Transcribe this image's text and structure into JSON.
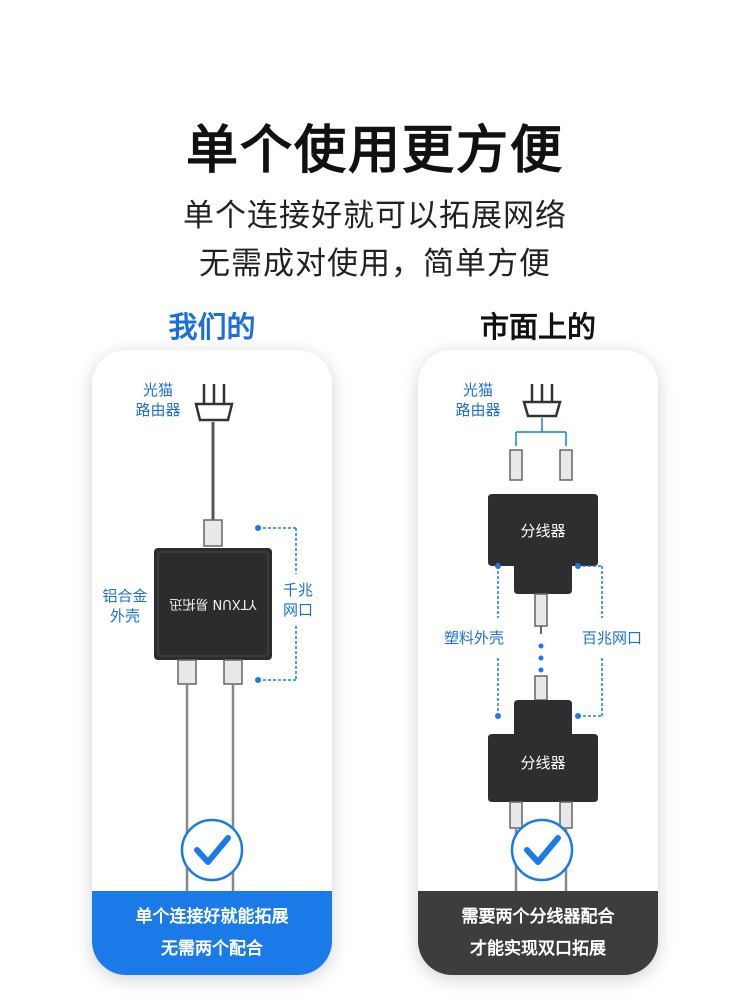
{
  "headline": "单个使用更方便",
  "subline1": "单个连接好就可以拓展网络",
  "subline2": "无需成对使用，简单方便",
  "left": {
    "heading": "我们的",
    "router_line1": "光猫",
    "router_line2": "路由器",
    "material_line1": "铝合金",
    "material_line2": "外壳",
    "speed_line1": "千兆",
    "speed_line2": "网口",
    "brand": "YTXUN 易拓迅",
    "footer_line1": "单个连接好就能拓展",
    "footer_line2": "无需两个配合"
  },
  "right": {
    "heading": "市面上的",
    "router_line1": "光猫",
    "router_line2": "路由器",
    "splitter_top": "分线器",
    "splitter_bottom": "分线器",
    "material": "塑料外壳",
    "speed": "百兆网口",
    "footer_line1": "需要两个分线器配合",
    "footer_line2": "才能实现双口拓展"
  },
  "colors": {
    "accent_blue": "#1a7ae8",
    "dark": "#3d3d3d"
  }
}
